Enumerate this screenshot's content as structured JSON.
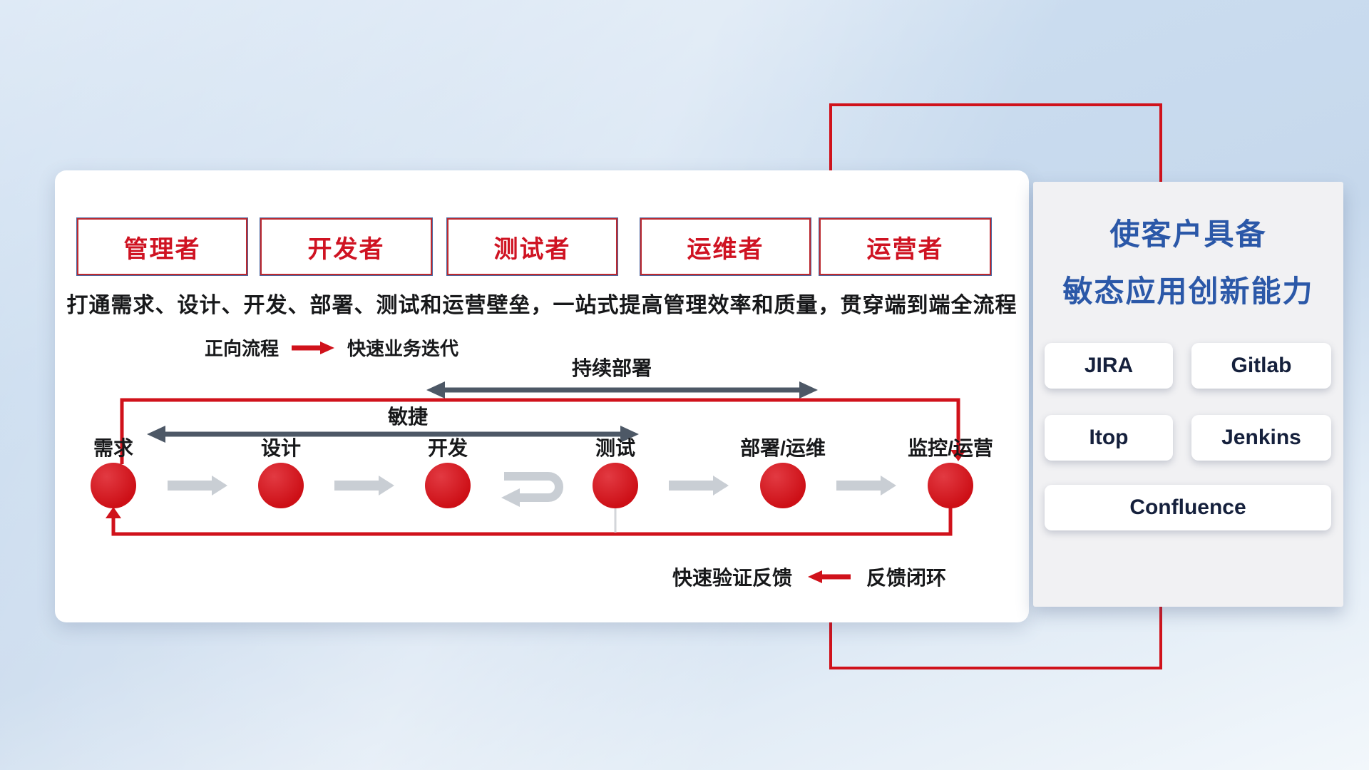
{
  "colors": {
    "accent_red": "#d0121b",
    "arrow_dark": "#4d5866",
    "arrow_gray": "#c9ced4",
    "title_blue": "#2b58a8"
  },
  "roles": [
    "管理者",
    "开发者",
    "测试者",
    "运维者",
    "运营者"
  ],
  "main": {
    "description": "打通需求、设计、开发、部署、测试和运营壁垒，一站式提高管理效率和质量，贯穿端到端全流程",
    "forward_legend": {
      "label": "正向流程",
      "value": "快速业务迭代"
    },
    "span_arrows": {
      "continuous_deployment": "持续部署",
      "agile": "敏捷"
    },
    "nodes": [
      "需求",
      "设计",
      "开发",
      "测试",
      "部署/运维",
      "监控/运营"
    ],
    "feedback_legend": {
      "label": "快速验证反馈",
      "value": "反馈闭环"
    }
  },
  "sidebar": {
    "title_line1": "使客户具备",
    "title_line2": "敏态应用创新能力",
    "tools": [
      "JIRA",
      "Gitlab",
      "Itop",
      "Jenkins",
      "Confluence"
    ]
  }
}
